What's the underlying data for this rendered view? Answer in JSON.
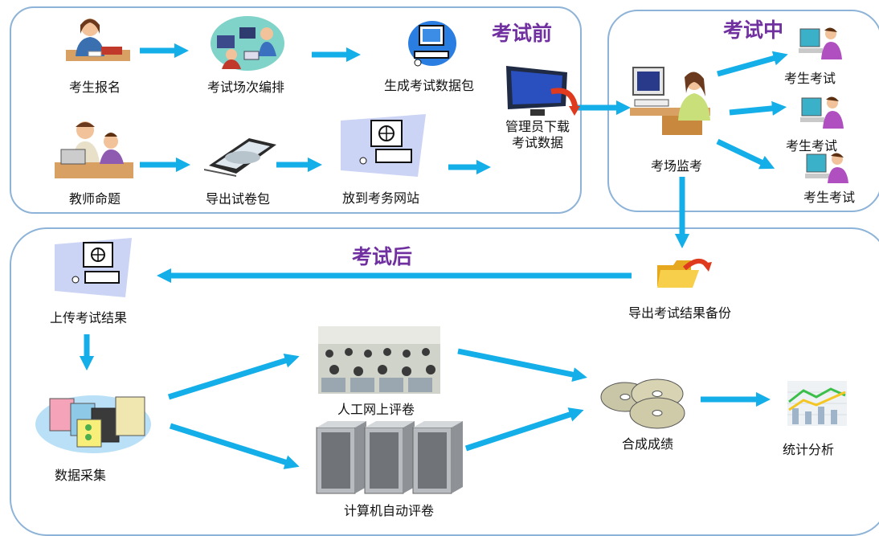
{
  "phases": {
    "before": "考试前",
    "during": "考试中",
    "after": "考试后"
  },
  "before": {
    "register": "考生报名",
    "schedule": "考试场次编排",
    "generate": "生成考试数据包",
    "admin_download": [
      "管理员下载",
      "考试数据"
    ],
    "teacher": "教师命题",
    "export_paper": "导出试卷包",
    "upload_site": "放到考务网站"
  },
  "during": {
    "proctor": "考场监考",
    "exam1": "考生考试",
    "exam2": "考生考试",
    "exam3": "考生考试"
  },
  "after": {
    "export_backup": "导出考试结果备份",
    "upload_results": "上传考试结果",
    "data_collect": "数据采集",
    "manual_grade": "人工网上评卷",
    "auto_grade": "计算机自动评卷",
    "combine": "合成成绩",
    "analysis": "统计分析"
  },
  "colors": {
    "arrow": "#14aee8",
    "border": "#8db3d8",
    "phase": "#7030a0"
  }
}
